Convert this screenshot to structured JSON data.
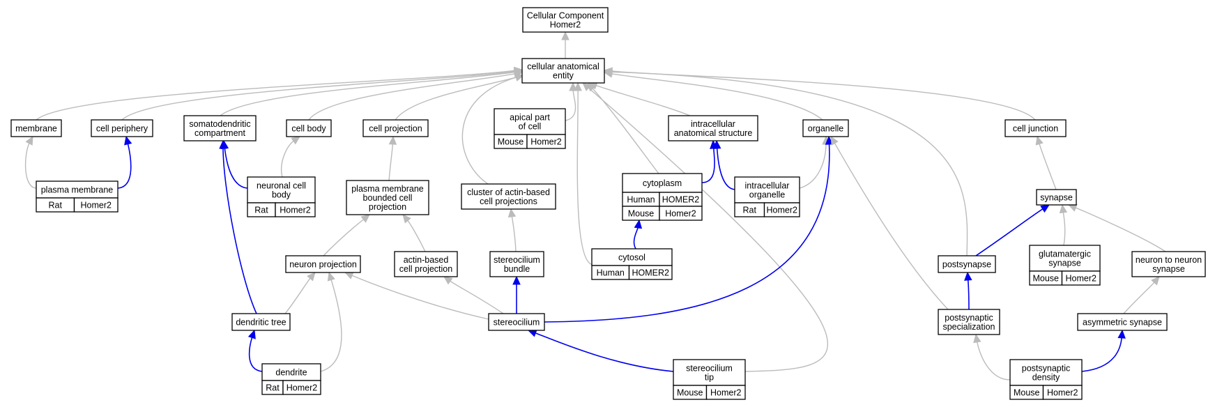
{
  "colors": {
    "human": "#f4634d",
    "rat": "#ffd700",
    "mouse": "#add8e6",
    "is_a_edge": "#bbbbbb",
    "part_of_edge": "#0000ee"
  },
  "nodes": [
    {
      "id": "root",
      "lines": [
        "Cellular Component",
        "Homer2"
      ]
    },
    {
      "id": "cae",
      "lines": [
        "cellular anatomical",
        "entity"
      ]
    },
    {
      "id": "membrane",
      "lines": [
        "membrane"
      ]
    },
    {
      "id": "cellperiphery",
      "lines": [
        "cell periphery"
      ]
    },
    {
      "id": "somato",
      "lines": [
        "somatodendritic",
        "compartment"
      ]
    },
    {
      "id": "cellbody",
      "lines": [
        "cell body"
      ]
    },
    {
      "id": "cellproj",
      "lines": [
        "cell projection"
      ]
    },
    {
      "id": "apical",
      "lines": [
        "apical part",
        "of cell"
      ],
      "tags": [
        [
          {
            "s": "mouse",
            "t": "Mouse"
          },
          {
            "s": "mouse",
            "t": "Homer2"
          }
        ]
      ]
    },
    {
      "id": "ias",
      "lines": [
        "intracellular",
        "anatomical structure"
      ]
    },
    {
      "id": "organelle",
      "lines": [
        "organelle"
      ]
    },
    {
      "id": "celljunction",
      "lines": [
        "cell junction"
      ]
    },
    {
      "id": "plasmamem",
      "lines": [
        "plasma membrane"
      ],
      "tags": [
        [
          {
            "s": "rat",
            "t": "Rat"
          },
          {
            "s": "rat",
            "t": "Homer2"
          }
        ]
      ]
    },
    {
      "id": "ncb",
      "lines": [
        "neuronal cell",
        "body"
      ],
      "tags": [
        [
          {
            "s": "rat",
            "t": "Rat"
          },
          {
            "s": "rat",
            "t": "Homer2"
          }
        ]
      ]
    },
    {
      "id": "pmbcp",
      "lines": [
        "plasma membrane",
        "bounded cell",
        "projection"
      ]
    },
    {
      "id": "cluster",
      "lines": [
        "cluster of actin-based",
        "cell projections"
      ]
    },
    {
      "id": "cytoplasm",
      "lines": [
        "cytoplasm"
      ],
      "tags": [
        [
          {
            "s": "human",
            "t": "Human"
          },
          {
            "s": "human",
            "t": "HOMER2"
          }
        ],
        [
          {
            "s": "mouse",
            "t": "Mouse"
          },
          {
            "s": "mouse",
            "t": "Homer2"
          }
        ]
      ]
    },
    {
      "id": "io",
      "lines": [
        "intracellular",
        "organelle"
      ],
      "tags": [
        [
          {
            "s": "rat",
            "t": "Rat"
          },
          {
            "s": "rat",
            "t": "Homer2"
          }
        ]
      ]
    },
    {
      "id": "synapse",
      "lines": [
        "synapse"
      ]
    },
    {
      "id": "neuronproj",
      "lines": [
        "neuron projection"
      ]
    },
    {
      "id": "abcp",
      "lines": [
        "actin-based",
        "cell projection"
      ]
    },
    {
      "id": "scbundle",
      "lines": [
        "stereocilium",
        "bundle"
      ]
    },
    {
      "id": "cytosol",
      "lines": [
        "cytosol"
      ],
      "tags": [
        [
          {
            "s": "human",
            "t": "Human"
          },
          {
            "s": "human",
            "t": "HOMER2"
          }
        ]
      ]
    },
    {
      "id": "postsynapse",
      "lines": [
        "postsynapse"
      ]
    },
    {
      "id": "glut",
      "lines": [
        "glutamatergic",
        "synapse"
      ],
      "tags": [
        [
          {
            "s": "mouse",
            "t": "Mouse"
          },
          {
            "s": "mouse",
            "t": "Homer2"
          }
        ]
      ]
    },
    {
      "id": "n2n",
      "lines": [
        "neuron to neuron",
        "synapse"
      ]
    },
    {
      "id": "dendtree",
      "lines": [
        "dendritic tree"
      ]
    },
    {
      "id": "stereocilium",
      "lines": [
        "stereocilium"
      ]
    },
    {
      "id": "pss",
      "lines": [
        "postsynaptic",
        "specialization"
      ]
    },
    {
      "id": "asym",
      "lines": [
        "asymmetric synapse"
      ]
    },
    {
      "id": "dendrite",
      "lines": [
        "dendrite"
      ],
      "tags": [
        [
          {
            "s": "rat",
            "t": "Rat"
          },
          {
            "s": "rat",
            "t": "Homer2"
          }
        ]
      ]
    },
    {
      "id": "sctip",
      "lines": [
        "stereocilium",
        "tip"
      ],
      "tags": [
        [
          {
            "s": "mouse",
            "t": "Mouse"
          },
          {
            "s": "mouse",
            "t": "Homer2"
          }
        ]
      ]
    },
    {
      "id": "psd",
      "lines": [
        "postsynaptic",
        "density"
      ],
      "tags": [
        [
          {
            "s": "mouse",
            "t": "Mouse"
          },
          {
            "s": "mouse",
            "t": "Homer2"
          }
        ]
      ]
    }
  ],
  "edges": [
    {
      "from": "cae",
      "to": "root",
      "type": "is_a"
    },
    {
      "from": "membrane",
      "to": "cae",
      "type": "is_a"
    },
    {
      "from": "cellperiphery",
      "to": "cae",
      "type": "is_a"
    },
    {
      "from": "somato",
      "to": "cae",
      "type": "is_a"
    },
    {
      "from": "cellbody",
      "to": "cae",
      "type": "is_a"
    },
    {
      "from": "cellproj",
      "to": "cae",
      "type": "is_a"
    },
    {
      "from": "apical",
      "to": "cae",
      "type": "is_a"
    },
    {
      "from": "ias",
      "to": "cae",
      "type": "is_a"
    },
    {
      "from": "organelle",
      "to": "cae",
      "type": "is_a"
    },
    {
      "from": "celljunction",
      "to": "cae",
      "type": "is_a"
    },
    {
      "from": "cluster",
      "to": "cae",
      "type": "is_a"
    },
    {
      "from": "cytoplasm",
      "to": "cae",
      "type": "is_a"
    },
    {
      "from": "cytosol",
      "to": "cae",
      "type": "is_a"
    },
    {
      "from": "postsynapse",
      "to": "cae",
      "type": "is_a"
    },
    {
      "from": "sctip",
      "to": "cae",
      "type": "is_a"
    },
    {
      "from": "plasmamem",
      "to": "membrane",
      "type": "is_a"
    },
    {
      "from": "plasmamem",
      "to": "cellperiphery",
      "type": "part_of"
    },
    {
      "from": "ncb",
      "to": "somato",
      "type": "part_of"
    },
    {
      "from": "ncb",
      "to": "cellbody",
      "type": "is_a"
    },
    {
      "from": "pmbcp",
      "to": "cellproj",
      "type": "is_a"
    },
    {
      "from": "cytoplasm",
      "to": "ias",
      "type": "part_of"
    },
    {
      "from": "io",
      "to": "ias",
      "type": "part_of"
    },
    {
      "from": "io",
      "to": "organelle",
      "type": "is_a"
    },
    {
      "from": "synapse",
      "to": "celljunction",
      "type": "is_a"
    },
    {
      "from": "neuronproj",
      "to": "pmbcp",
      "type": "is_a"
    },
    {
      "from": "abcp",
      "to": "pmbcp",
      "type": "is_a"
    },
    {
      "from": "scbundle",
      "to": "cluster",
      "type": "is_a"
    },
    {
      "from": "cytosol",
      "to": "cytoplasm",
      "type": "part_of"
    },
    {
      "from": "postsynapse",
      "to": "synapse",
      "type": "part_of"
    },
    {
      "from": "glut",
      "to": "synapse",
      "type": "is_a"
    },
    {
      "from": "n2n",
      "to": "synapse",
      "type": "is_a"
    },
    {
      "from": "dendtree",
      "to": "neuronproj",
      "type": "is_a"
    },
    {
      "from": "dendtree",
      "to": "somato",
      "type": "part_of"
    },
    {
      "from": "stereocilium",
      "to": "neuronproj",
      "type": "is_a"
    },
    {
      "from": "stereocilium",
      "to": "abcp",
      "type": "is_a"
    },
    {
      "from": "stereocilium",
      "to": "scbundle",
      "type": "part_of"
    },
    {
      "from": "stereocilium",
      "to": "organelle",
      "type": "part_of"
    },
    {
      "from": "pss",
      "to": "postsynapse",
      "type": "part_of"
    },
    {
      "from": "pss",
      "to": "organelle",
      "type": "is_a"
    },
    {
      "from": "asym",
      "to": "n2n",
      "type": "is_a"
    },
    {
      "from": "dendrite",
      "to": "dendtree",
      "type": "part_of"
    },
    {
      "from": "dendrite",
      "to": "neuronproj",
      "type": "is_a"
    },
    {
      "from": "sctip",
      "to": "stereocilium",
      "type": "part_of"
    },
    {
      "from": "psd",
      "to": "pss",
      "type": "is_a"
    },
    {
      "from": "psd",
      "to": "asym",
      "type": "part_of"
    }
  ]
}
